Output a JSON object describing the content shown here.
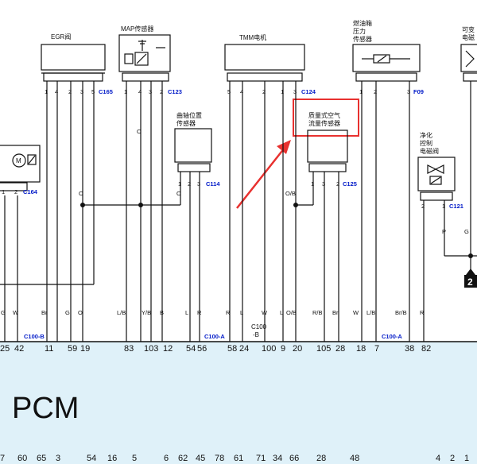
{
  "components": {
    "egr": {
      "label": "EGR阀",
      "pins": [
        "1",
        "4",
        "2",
        "3",
        "5"
      ],
      "connector": "C165"
    },
    "map": {
      "label": "MAP传感器",
      "pins": [
        "1",
        "4",
        "3",
        "2"
      ],
      "connector": "C123"
    },
    "tmm": {
      "label": "TMM电机",
      "pins": [
        "5",
        "4",
        "2",
        "1",
        "3"
      ],
      "connector": "C124"
    },
    "fuel_tank": {
      "label_lines": [
        "燃油箱",
        "压力",
        "传感器"
      ],
      "pins": [
        "1",
        "2",
        "3"
      ],
      "connector": "F09"
    },
    "right_edge": {
      "label": "可变",
      "label2": "电磁"
    },
    "solenoid_left": {
      "pins": [
        "1",
        "2"
      ],
      "connector": "C164"
    },
    "crank": {
      "label_lines": [
        "曲轴位置",
        "传感器"
      ],
      "pins": [
        "1",
        "2",
        "3"
      ],
      "connector": "C114"
    },
    "maf": {
      "label_lines": [
        "质量式空气",
        "流量传感器"
      ],
      "pins": [
        "1",
        "3",
        "2"
      ],
      "connector": "C125"
    },
    "purge": {
      "label_lines": [
        "净化",
        "控制",
        "电磁阀"
      ],
      "pins": [
        "2",
        "1"
      ],
      "connector": "C121"
    },
    "badge": "2"
  },
  "wire_colors": {
    "left": [
      "G",
      "W",
      "Br",
      "G",
      "O"
    ],
    "mid": [
      "L/B",
      "Y/B",
      "B",
      "L",
      "R"
    ],
    "right": [
      "R",
      "L",
      "W",
      "L",
      "O/B",
      "R/B",
      "Br",
      "W",
      "L/B",
      "Br/B",
      "R"
    ],
    "purge_side": [
      "P",
      "G"
    ],
    "o_markers": [
      "O",
      "O",
      "O",
      "O/B"
    ]
  },
  "connectors_bottom": {
    "c100b": "C100-B",
    "c100a_1": "C100-A",
    "c100b_2": [
      "C100",
      "-B"
    ],
    "c100a_2": "C100-A"
  },
  "pcm": {
    "title": "PCM",
    "top_pins": [
      "25",
      "42",
      "11",
      "59",
      "19",
      "83",
      "103",
      "12",
      "54",
      "56",
      "58",
      "24",
      "100",
      "9",
      "20",
      "105",
      "28",
      "18",
      "7",
      "38",
      "82"
    ],
    "bottom_pins": [
      "7",
      "60",
      "65",
      "3",
      "54",
      "16",
      "5",
      "6",
      "62",
      "45",
      "78",
      "61",
      "71",
      "34",
      "66",
      "28",
      "48",
      "4",
      "2",
      "1"
    ]
  },
  "colors": {
    "pcm_fill": "#dff1f9",
    "connector_blue": "#0019c8",
    "highlight_red": "#e8312f"
  }
}
